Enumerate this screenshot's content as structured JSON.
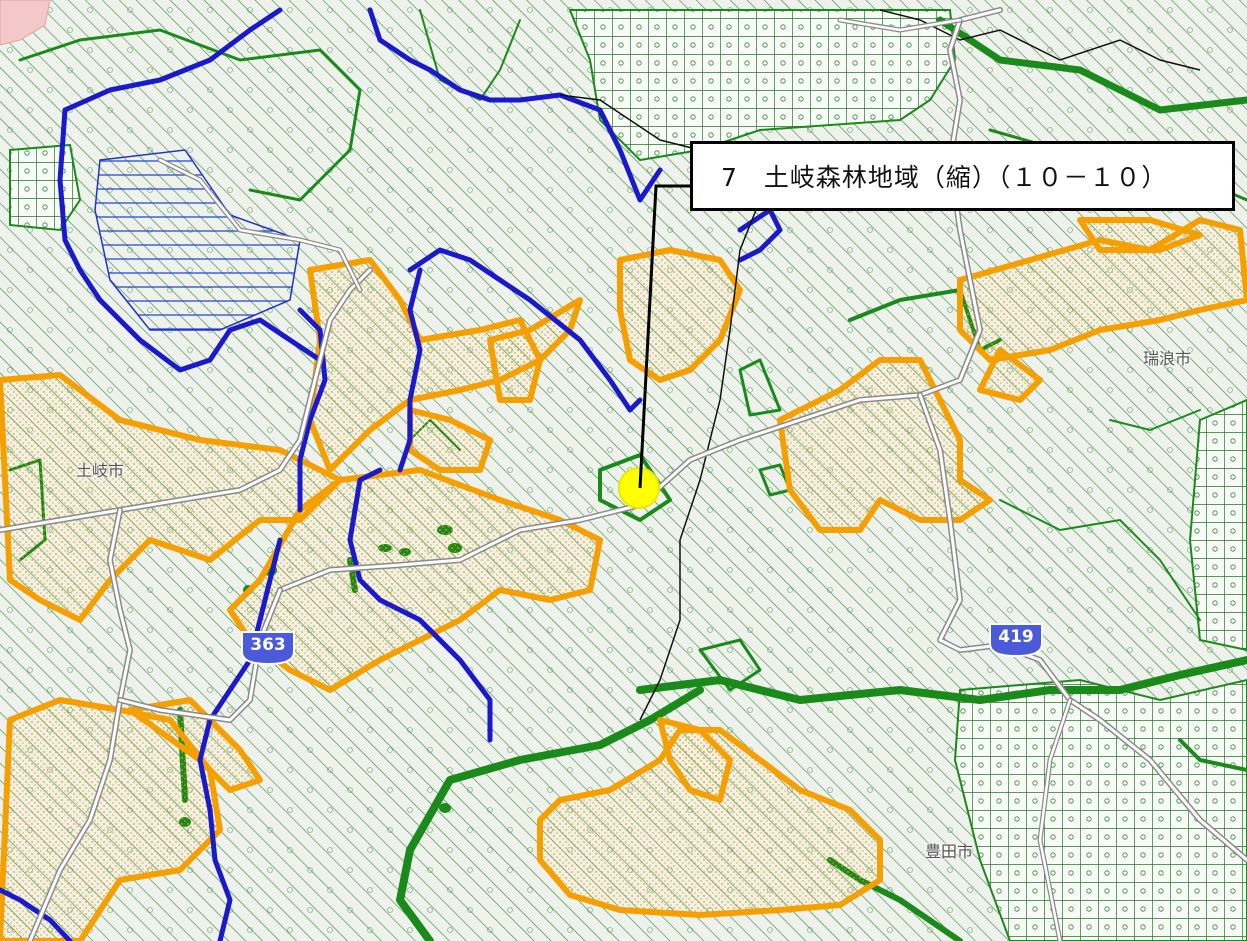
{
  "callout": {
    "text": "7　土岐森林地域（縮）（１０－１０）"
  },
  "place_labels": {
    "toki_city": "土岐市",
    "mizunami_city": "瑞浪市",
    "toyota_city": "豊田市"
  },
  "road_shields": {
    "route_a": "363",
    "route_b": "419"
  },
  "colors": {
    "hatch_green": "#2e8b2e",
    "forest_outline": "#1a8a1a",
    "orange_zone": "#f5a000",
    "blue_boundary": "#1a1acc",
    "highlight_marker": "#ffff00",
    "road_gray": "#9a9a9a",
    "base_land": "#eef1ec"
  }
}
